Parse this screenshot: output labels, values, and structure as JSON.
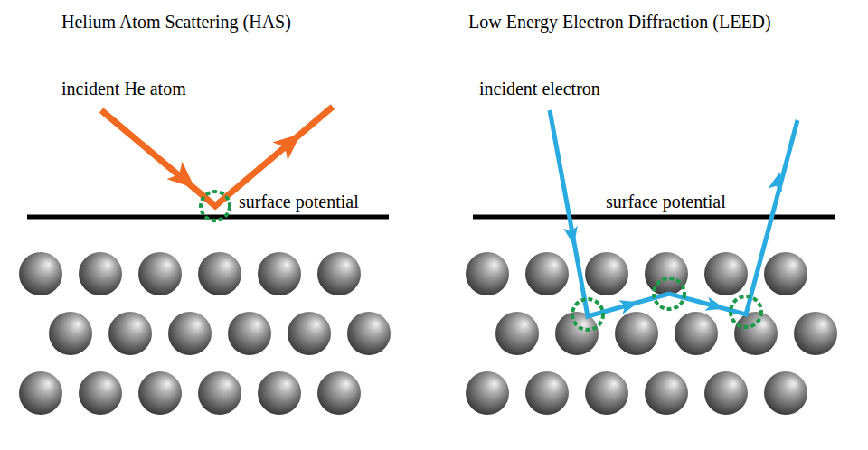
{
  "diagram": {
    "labels": [
      "Helium Atom Scattering (HAS)",
      "Low Energy Electron Diffraction (LEED)",
      "incident He atom",
      "surface potential",
      "incident electron",
      "surface potential"
    ]
  }
}
